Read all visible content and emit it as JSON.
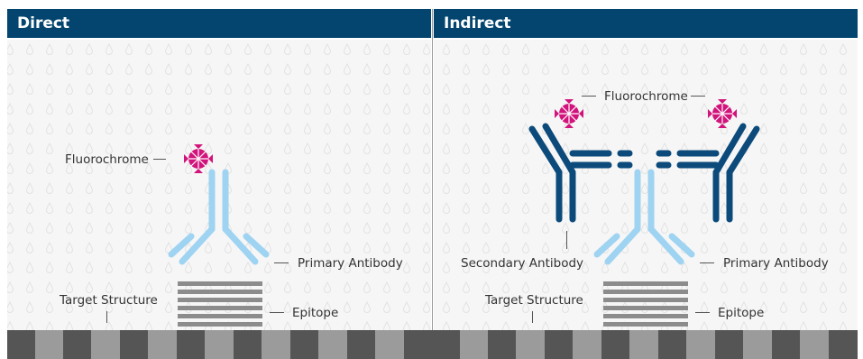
{
  "panels": [
    {
      "title": "Direct",
      "labels": {
        "fluorochrome": "Fluorochrome",
        "primary_antibody": "Primary Antibody",
        "target_structure": "Target Structure",
        "epitope": "Epitope"
      }
    },
    {
      "title": "Indirect",
      "labels": {
        "fluorochrome": "Fluorochrome",
        "secondary_antibody": "Secondary Antibody",
        "primary_antibody": "Primary Antibody",
        "target_structure": "Target Structure",
        "epitope": "Epitope"
      }
    }
  ],
  "colors": {
    "header": "#03456e",
    "primary_antibody": "#9fd3f2",
    "secondary_antibody": "#0b4a7a",
    "fluorochrome": "#d1137b",
    "epitope_stripes": "#8c8c8c",
    "ground_dark": "#555555",
    "ground_light": "#9b9b9b"
  }
}
